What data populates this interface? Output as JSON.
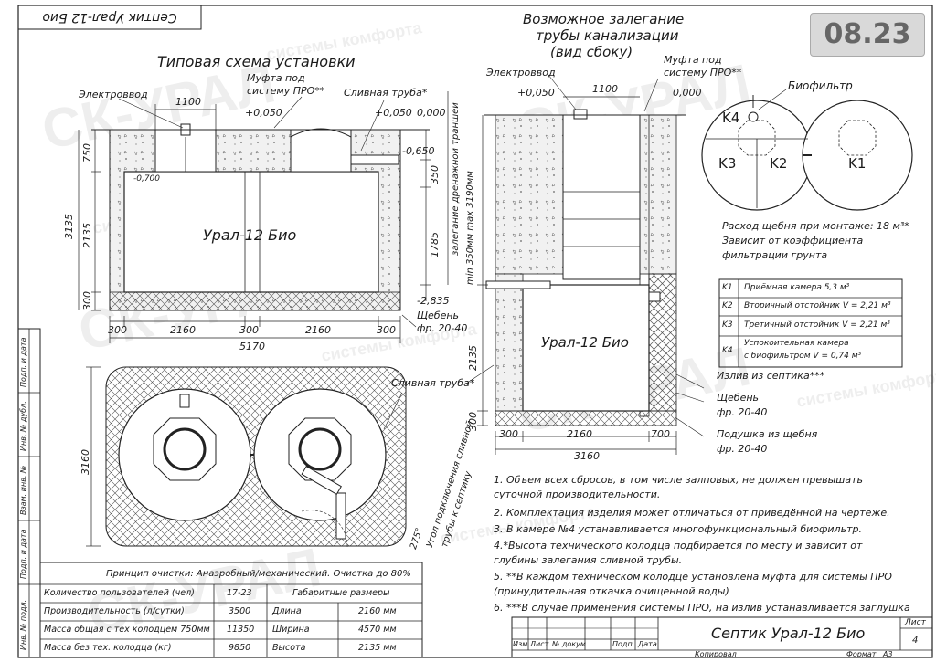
{
  "badge": "08.23",
  "header_stamp": "Септик Урал-12 Био",
  "titles": {
    "install": "Типовая схема установки",
    "side_line1": "Возможное залегание",
    "side_line2": "трубы канализации",
    "side_line3": "(вид сбоку)"
  },
  "labels": {
    "electro": "Электроввод",
    "mufta1": "Муфта под",
    "mufta2": "систему ПРО**",
    "sliv": "Сливная труба*",
    "biofilter": "Биофильтр",
    "tank": "Урал-12 Био",
    "scheben": "Щебень",
    "fr": "фр. 20-40",
    "podushka": "Подушка из щебня",
    "izliv": "Излив из септика***",
    "ugol1": "Угол подключения сливной",
    "ugol2": "трубы к септику",
    "zalegan": "залегание дренажной траншеи",
    "minmax": "min 350мм   max 3190мм"
  },
  "levels": {
    "p050": "+0,050",
    "p0": "0,000",
    "m650": "-0,650",
    "m700": "-0,700",
    "m2835": "-2,835"
  },
  "dims": {
    "d1100": "1100",
    "d750": "750",
    "d2135": "2135",
    "d300": "300",
    "d3135": "3135",
    "d2160": "2160",
    "d5170": "5170",
    "d3160": "3160",
    "d350": "350",
    "d1785": "1785",
    "d700": "700",
    "d275": "275°"
  },
  "chambers": {
    "k1": "K1",
    "k2": "K2",
    "k3": "K3",
    "k4": "K4"
  },
  "gravel_note": {
    "line1": "Расход щебня при монтаже: 18 м³*",
    "line2": "Зависит от коэффициента",
    "line3": "фильтрации грунта"
  },
  "chamber_table": [
    {
      "k": "K1",
      "desc": "Приёмная камера 5,3 м³"
    },
    {
      "k": "K2",
      "desc": "Вторичный отстойник V = 2,21 м³"
    },
    {
      "k": "K3",
      "desc": "Третичный отстойник V = 2,21 м³"
    },
    {
      "k": "K4",
      "desc": "Успокоительная камера",
      "desc2": "с биофильтром V = 0,74 м³"
    }
  ],
  "notes": [
    "1. Объем всех сбросов, в том числе залповых, не должен превышать",
    "суточной производительности.",
    "2. Комплектация изделия может отличаться от приведённой на чертеже.",
    "3. В камере №4 устанавливается многофункциональный биофильтр.",
    "4.*Высота технического колодца подбирается по месту и зависит от",
    "глубины залегания сливной трубы.",
    "5. **В каждом техническом колодце установлена муфта для системы ПРО",
    "(принудительная откачка очищенной воды)",
    "6. ***В случае применения системы ПРО, на излив устанавливается заглушка"
  ],
  "spec": {
    "principle": "Принцип очистки: Анаэробный/механический. Очистка до 80%",
    "rows": [
      {
        "name": "Количество пользователей (чел)",
        "val": "17-23",
        "dname": "Габаритные размеры",
        "dval": ""
      },
      {
        "name": "Производительность (л/сутки)",
        "val": "3500",
        "dname": "Длина",
        "dval": "2160 мм"
      },
      {
        "name": "Масса общая с тех колодцем 750мм",
        "val": "11350",
        "dname": "Ширина",
        "dval": "4570 мм"
      },
      {
        "name": "Масса без тех. колодца (кг)",
        "val": "9850",
        "dname": "Высота",
        "dval": "2135 мм"
      }
    ]
  },
  "stamp": {
    "title": "Септик Урал-12 Био",
    "izm": "Изм",
    "list": "Лист",
    "ndok": "№ докум.",
    "podp": "Подп.",
    "data": "Дата",
    "list_label": "Лист",
    "list_no": "4",
    "kopiroval": "Копировал",
    "format": "Формат",
    "a3": "А3"
  },
  "side_stamp": [
    "Инв. № подл.",
    "Подп. и дата",
    "Взам. инв. №",
    "Инв. № дубл.",
    "Подп. и дата"
  ],
  "watermarks": [
    "СК-УРАЛ",
    "системы комфорта"
  ]
}
